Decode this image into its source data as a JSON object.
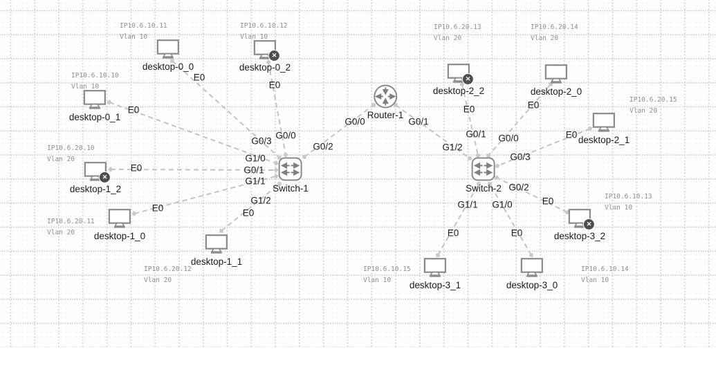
{
  "diagram": {
    "kind": "network-topology",
    "colors": {
      "background": "#ffffff",
      "grid_dot": "#d3d3d3",
      "link_dash": "#c3c3c3",
      "link_endpoint_diamond": "#c9c9c9",
      "icon_stroke": "#8a8a8a",
      "node_label_text": "#1b1b1b",
      "annotation_text": "#8f8f8f",
      "stopped_badge_bg": "#4e4e4e"
    },
    "stopped_glyph": "✕",
    "icons": {
      "router": "router-circle-arrows-icon",
      "switch": "switch-rounded-square-arrows-icon",
      "desktop": "desktop-monitor-icon",
      "stopped": "x-circle-badge-icon"
    },
    "router": {
      "label": "Router-1"
    },
    "switches": [
      {
        "label": "Switch-1"
      },
      {
        "label": "Switch-2"
      }
    ],
    "desktops": [
      {
        "label": "desktop-0_0",
        "ip": "IP10.6.10.11",
        "vlan": "Vlan 10",
        "status": "up"
      },
      {
        "label": "desktop-0_2",
        "ip": "IP10.6.10.12",
        "vlan": "Vlan 10",
        "status": "stopped"
      },
      {
        "label": "desktop-0_1",
        "ip": "IP10.6.10.10",
        "vlan": "Vlan 10",
        "status": "up"
      },
      {
        "label": "desktop-1_2",
        "ip": "IP10.6.20.10",
        "vlan": "Vlan 20",
        "status": "stopped"
      },
      {
        "label": "desktop-1_0",
        "ip": "IP10.6.20.11",
        "vlan": "Vlan 20",
        "status": "up"
      },
      {
        "label": "desktop-1_1",
        "ip": "IP10.6.20.12",
        "vlan": "Vlan 20",
        "status": "up"
      },
      {
        "label": "desktop-2_2",
        "ip": "IP10.6.20.13",
        "vlan": "Vlan 20",
        "status": "stopped"
      },
      {
        "label": "desktop-2_0",
        "ip": "IP10.6.20.14",
        "vlan": "Vlan 20",
        "status": "up"
      },
      {
        "label": "desktop-2_1",
        "ip": "IP10.6.20.15",
        "vlan": "Vlan 20",
        "status": "up"
      },
      {
        "label": "desktop-3_2",
        "ip": "IP10.6.10.13",
        "vlan": "Vlan 10",
        "status": "stopped"
      },
      {
        "label": "desktop-3_1",
        "ip": "IP10.6.10.15",
        "vlan": "Vlan 10",
        "status": "up"
      },
      {
        "label": "desktop-3_0",
        "ip": "IP10.6.10.14",
        "vlan": "Vlan 10",
        "status": "up"
      }
    ],
    "links": [
      {
        "from": "desktop-0_0",
        "from_if": "E0",
        "to": "Switch-1",
        "to_if": "G0/3"
      },
      {
        "from": "desktop-0_2",
        "from_if": "E0",
        "to": "Switch-1",
        "to_if": "G0/0"
      },
      {
        "from": "desktop-0_1",
        "from_if": "E0",
        "to": "Switch-1",
        "to_if": "G1/0"
      },
      {
        "from": "desktop-1_2",
        "from_if": "E0",
        "to": "Switch-1",
        "to_if": "G0/1"
      },
      {
        "from": "desktop-1_0",
        "from_if": "E0",
        "to": "Switch-1",
        "to_if": "G1/1"
      },
      {
        "from": "desktop-1_1",
        "from_if": "E0",
        "to": "Switch-1",
        "to_if": "G1/2"
      },
      {
        "from": "Switch-1",
        "from_if": "G0/2",
        "to": "Router-1",
        "to_if": "G0/0"
      },
      {
        "from": "Router-1",
        "from_if": "G0/1",
        "to": "Switch-2",
        "to_if": "G1/2"
      },
      {
        "from": "desktop-2_2",
        "from_if": "E0",
        "to": "Switch-2",
        "to_if": "G0/1"
      },
      {
        "from": "desktop-2_0",
        "from_if": "E0",
        "to": "Switch-2",
        "to_if": "G0/0"
      },
      {
        "from": "desktop-2_1",
        "from_if": "E0",
        "to": "Switch-2",
        "to_if": "G0/3"
      },
      {
        "from": "desktop-3_2",
        "from_if": "E0",
        "to": "Switch-2",
        "to_if": "G0/2"
      },
      {
        "from": "desktop-3_0",
        "from_if": "E0",
        "to": "Switch-2",
        "to_if": "G1/0"
      },
      {
        "from": "desktop-3_1",
        "from_if": "E0",
        "to": "Switch-2",
        "to_if": "G1/1"
      }
    ]
  }
}
